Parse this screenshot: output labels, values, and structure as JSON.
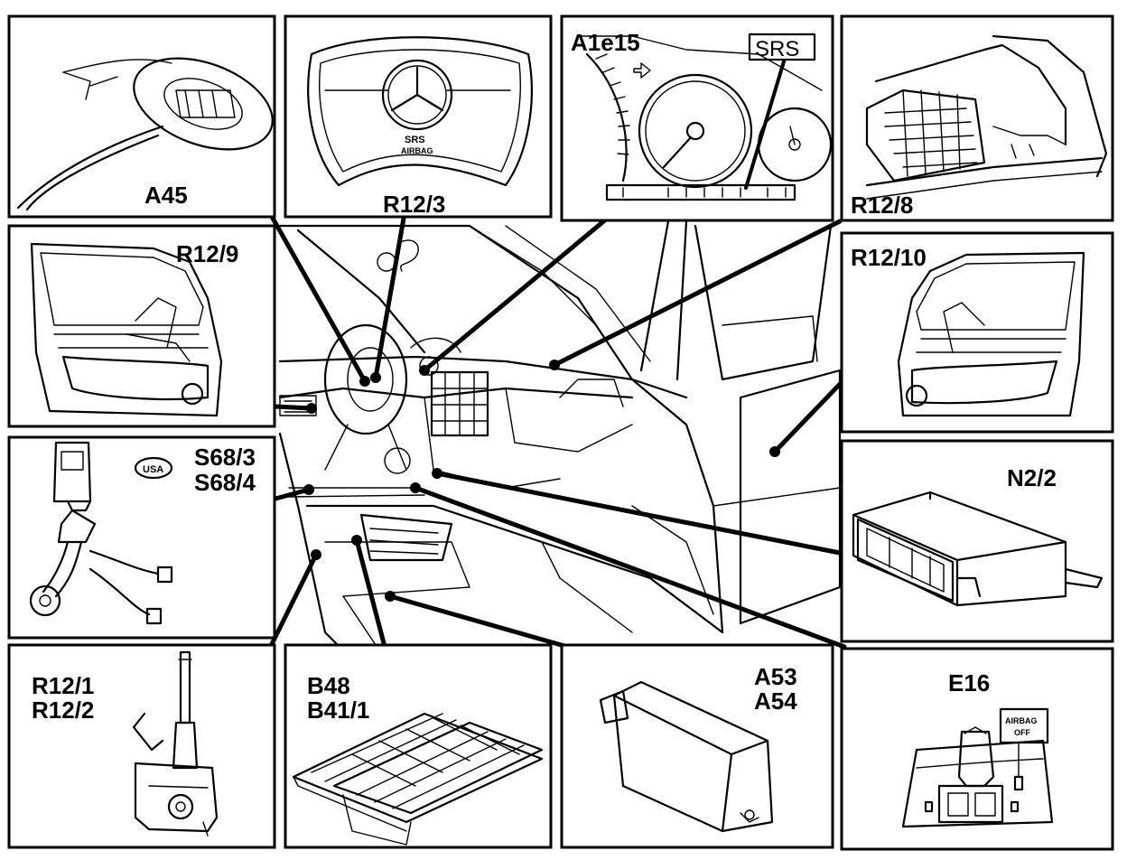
{
  "panels": {
    "a45": {
      "labels": [
        "A45"
      ]
    },
    "r12_3": {
      "labels": [
        "R12/3"
      ],
      "emblem_text": "SRS",
      "emblem_subtext": "AIRBAG"
    },
    "a1e15": {
      "labels": [
        "A1e15"
      ],
      "badge": "SRS"
    },
    "r12_8": {
      "labels": [
        "R12/8"
      ]
    },
    "r12_9": {
      "labels": [
        "R12/9"
      ]
    },
    "r12_10": {
      "labels": [
        "R12/10"
      ]
    },
    "s68": {
      "labels": [
        "S68/3",
        "S68/4"
      ],
      "badge": "USA"
    },
    "n2_2": {
      "labels": [
        "N2/2"
      ]
    },
    "r12_1": {
      "labels": [
        "R12/1",
        "R12/2"
      ]
    },
    "b48": {
      "labels": [
        "B48",
        "B41/1"
      ]
    },
    "a53": {
      "labels": [
        "A53",
        "A54"
      ]
    },
    "e16": {
      "labels": [
        "E16"
      ],
      "switch_label_1": "AIRBAG",
      "switch_label_2": "OFF"
    }
  },
  "colors": {
    "line": "#000000",
    "background": "#ffffff"
  }
}
